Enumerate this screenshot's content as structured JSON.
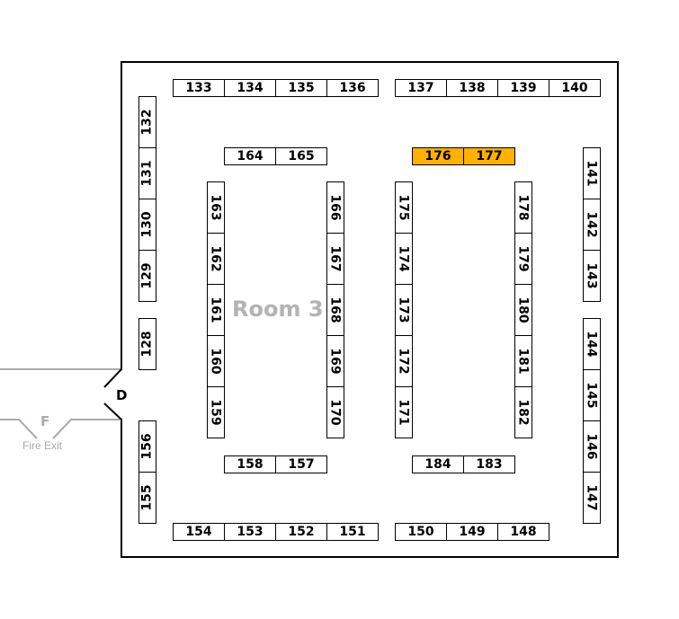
{
  "room_label": "Room 3",
  "door_label": "D",
  "fire_exit": {
    "letter": "F",
    "label": "Fire Exit"
  },
  "colors": {
    "highlight": "#FFB000",
    "wall": "#000000",
    "exit_line": "#aaaaaa"
  },
  "highlighted_booths": [
    "176",
    "177"
  ],
  "booth_groups": {
    "top_left": [
      "133",
      "134",
      "135",
      "136"
    ],
    "top_right": [
      "137",
      "138",
      "139",
      "140"
    ],
    "bottom_left": [
      "154",
      "153",
      "152",
      "151"
    ],
    "bottom_right": [
      "150",
      "149",
      "148"
    ],
    "upper_mid_left": [
      "164",
      "165"
    ],
    "upper_mid_right": [
      "176",
      "177"
    ],
    "lower_mid_left": [
      "158",
      "157"
    ],
    "lower_mid_right": [
      "184",
      "183"
    ],
    "left_wall_upper": [
      "132",
      "131",
      "130",
      "129"
    ],
    "left_wall_single": [
      "128"
    ],
    "left_wall_lower": [
      "156",
      "155"
    ],
    "col_a": [
      "163",
      "162",
      "161",
      "160",
      "159"
    ],
    "col_b": [
      "166",
      "167",
      "168",
      "169",
      "170"
    ],
    "col_c": [
      "175",
      "174",
      "173",
      "172",
      "171"
    ],
    "col_d": [
      "178",
      "179",
      "180",
      "181",
      "182"
    ],
    "right_wall_upper": [
      "141",
      "142",
      "143"
    ],
    "right_wall_lower": [
      "144",
      "145",
      "146",
      "147"
    ]
  }
}
